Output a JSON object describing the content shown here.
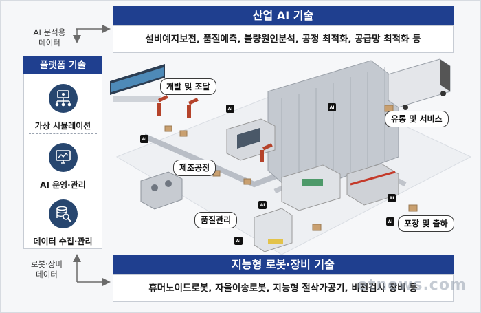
{
  "industrial_ai": {
    "title": "산업 AI 기술",
    "items": "설비예지보전, 품질예측, 불량원인분석, 공정 최적화, 공급망 최적화 등"
  },
  "ai_data_label": [
    "AI 분석용",
    "데이터"
  ],
  "platform": {
    "title": "플랫폼 기술",
    "items": [
      {
        "label": "가상 시뮬레이션",
        "icon": "simulation-network-icon"
      },
      {
        "label": "AI 운영·관리",
        "icon": "monitor-chart-icon"
      },
      {
        "label": "데이터 수집·관리",
        "icon": "database-search-icon"
      }
    ]
  },
  "robot_data_label": [
    "로봇·장비",
    "데이터"
  ],
  "robot_tech": {
    "title": "지능형 로봇·장비 기술",
    "items": "휴머노이드로봇, 자율이송로봇, 지능형 절삭가공기, 비전검사 장비 등"
  },
  "scene_labels": {
    "development": "개발 및 조달",
    "logistics": "유통 및 서비스",
    "manufacturing": "제조공정",
    "quality": "품질관리",
    "packaging": "포장 및 출하"
  },
  "ai_chip_label": "AI",
  "watermark": "etnews.com",
  "colors": {
    "banner": "#1f3f8f",
    "icon_circle": "#27466f"
  }
}
